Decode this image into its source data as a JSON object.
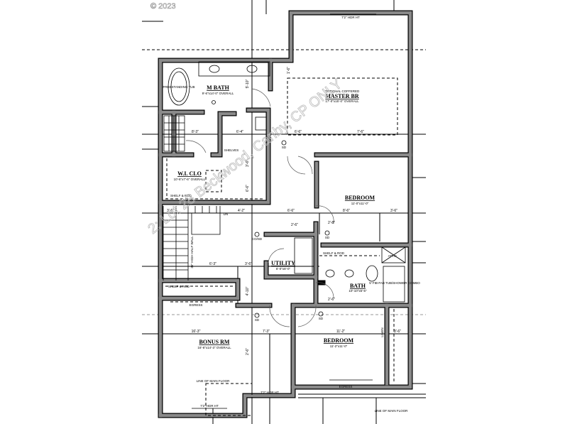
{
  "copyright": "© 2023",
  "watermark": "2: Lot 28 Beckwood, Canby, CP ONLY",
  "rooms": {
    "m_bath": {
      "name": "M BATH",
      "size": "9'-6\"x14'-0\" OVERALL"
    },
    "master_br": {
      "name": "MASTER BR",
      "note": "OPTIONAL COFFERED",
      "size": "17'-0\"x15'-0\" OVERALL"
    },
    "wi_clo": {
      "name": "W.I. CLO",
      "size": "10'-6\"x7'-6\" OVERALL"
    },
    "bedroom_1": {
      "name": "BEDROOM",
      "size": "11'-0\"x11'-0\""
    },
    "utility": {
      "name": "UTILITY",
      "size": "6'-0\"x8'-0\""
    },
    "bath": {
      "name": "BATH",
      "size": "10'-10\"x5'-6\""
    },
    "bonus_rm": {
      "name": "BONUS RM",
      "size": "16'-6\"x14'-3\" OVERALL"
    },
    "bedroom_2": {
      "name": "BEDROOM",
      "size": "11'-2\"x11'-0\""
    }
  },
  "fixtures": {
    "tub": "FREESTANDING TUB",
    "tub_shower": "5' FIB-FAB TUB/SHOWER COMBO",
    "shelves": "SHELVES",
    "linen": "LINEN",
    "attic": "ATTIC",
    "shelf_rod_1": "SHELF & ROD",
    "shelf_rod_2": "SHELF & ROD",
    "shelf_rod_3": "SHELF & ROD",
    "half_wall": "36\" HIGH HALF WALL",
    "line_of_main_floor_1": "LINE OF MAIN FLOOR",
    "line_of_main_floor_2": "LINE OF MAIN FLOOR",
    "egress_1": "EGRESS",
    "egress_2": "EGRESS",
    "window_top": "7'2\" HDR HT",
    "window_bonus": "7'2\" HDR HT",
    "window_mid": "7'2\" HDR HT",
    "sd1": "SD",
    "sd2": "SD",
    "sd3": "SD",
    "sd4": "SD",
    "co": "CO/SD",
    "up": "DN"
  },
  "dimensions": {
    "d1": "8'-3\"",
    "d2": "6'-4\"",
    "d3": "6'-6\"",
    "d4": "7'-6\"",
    "d5": "3'-6\"",
    "d6": "4'-2\"",
    "d7": "6'-6\"",
    "d8": "8'-6\"",
    "d9": "3'-6\"",
    "d10": "6'-3\"",
    "d11": "3'-6\"",
    "d12": "16'-3\"",
    "d13": "7'-3\"",
    "d14": "11'-2\"",
    "d15": "3'-6\"",
    "d16": "2'-6\"",
    "d17": "5'-10\"",
    "d18": "3'-6\"",
    "d19": "6'-6\"",
    "d20": "4'-10\"",
    "d21": "2'-6\"",
    "d22": "2'-8\"",
    "d23": "2'-6\"",
    "d24": "1'-6\""
  }
}
